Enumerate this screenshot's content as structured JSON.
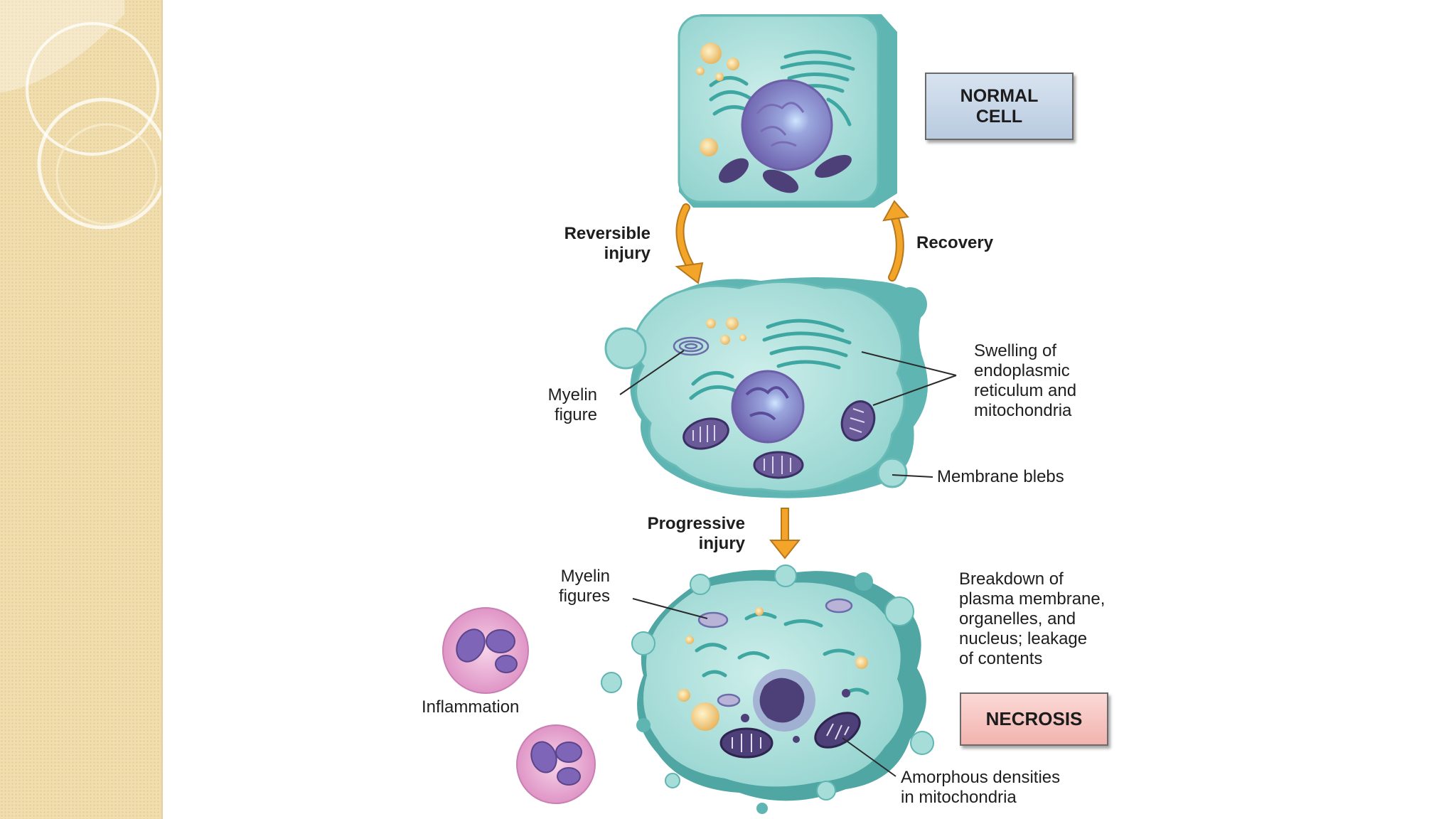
{
  "stages": {
    "normal": "NORMAL\nCELL",
    "necrosis": "NECROSIS"
  },
  "arrows": {
    "reversible": "Reversible\ninjury",
    "recovery": "Recovery",
    "progressive": "Progressive\ninjury"
  },
  "labels": {
    "myelin_figure": "Myelin\nfigure",
    "swelling": "Swelling of\nendoplasmic\nreticulum and\nmitochondria",
    "blebs": "Membrane blebs",
    "myelin_figures": "Myelin\nfigures",
    "breakdown": "Breakdown of\nplasma membrane,\norganelles, and\nnucleus; leakage\nof contents",
    "inflammation": "Inflammation",
    "amorphous": "Amorphous densities\nin mitochondria"
  },
  "colors": {
    "cell_fill": "#a6ddd9",
    "cell_edge": "#5fb5b2",
    "nucleus": "#8e86c6",
    "mitochondria": "#4d3f78",
    "arrow": "#f3a52a",
    "leukocyte": "#e7a6cf",
    "normal_box": "#c6d5e7",
    "necrosis_box": "#f6c4bf"
  }
}
